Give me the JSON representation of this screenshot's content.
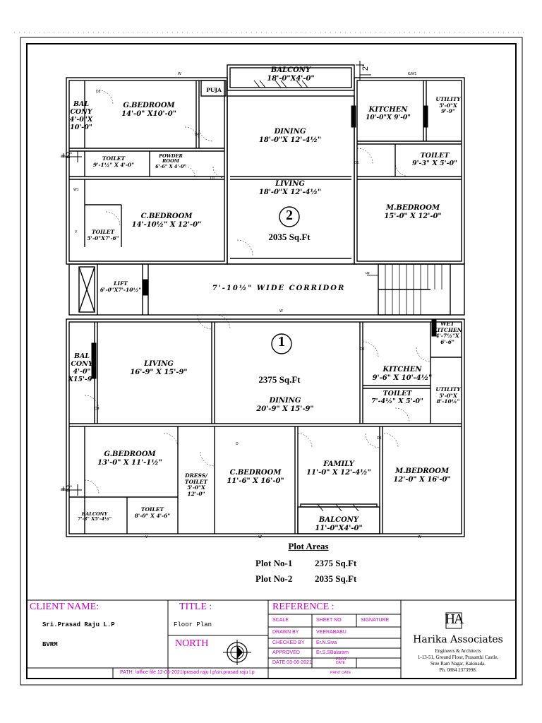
{
  "rooms": {
    "balcony_top": {
      "name": "BALCONY",
      "dim": "18'-0\"X4'-0\""
    },
    "puja": {
      "name": "PUJA"
    },
    "kitchen_2": {
      "name": "KITCHEN",
      "dim": "10'-0\"X 9'-0\""
    },
    "utility_2": {
      "name": "UTILITY",
      "dim": "5'-0\"X 9'-9\""
    },
    "bal_cony_2": {
      "name": "BAL CONY",
      "dim": "4'-0\"X 10'-0\""
    },
    "gbed_2": {
      "name": "G.BEDROOM",
      "dim": "14'-0\" X10'-0\""
    },
    "dining_2": {
      "name": "DINING",
      "dim": "18'-0\"X 12'-4½\""
    },
    "toilet_2a": {
      "name": "TOILET",
      "dim": "9'-1½\" X 4'-0\""
    },
    "powder_2": {
      "name": "POWDER ROOM",
      "dim": "6'-6\" X 4'-0\""
    },
    "toilet_2b": {
      "name": "TOILET",
      "dim": "9'-3\" X 5'-0\""
    },
    "living_2": {
      "name": "LIVING",
      "dim": "18'-0\"X 12'-4½\""
    },
    "cbed_2": {
      "name": "C.BEDROOM",
      "dim": "14'-10½\" X 12'-0\""
    },
    "mbed_2": {
      "name": "M.BEDROOM",
      "dim": "15'-0\" X 12'-0\""
    },
    "toilet_2c": {
      "name": "TOILET",
      "dim": "5'-0\"X7'-6\""
    },
    "lift": {
      "name": "LIFT",
      "dim": "6'-0\"X7'-10½\""
    },
    "corridor": {
      "name": "7'-10½\" WIDE CORRIDOR"
    },
    "living_1": {
      "name": "LIVING",
      "dim": "16'-9\" X 15'-9\""
    },
    "bal_cony_1": {
      "name": "BAL CONY",
      "dim": "4'-0\" X15'-9\""
    },
    "wet_kitchen": {
      "name": "WET KITCHEN",
      "dim": "4'-7½\"X 6'-6\""
    },
    "kitchen_1": {
      "name": "KITCHEN",
      "dim": "9'-6\" X 10'-4½\""
    },
    "toilet_1a": {
      "name": "TOILET",
      "dim": "7'-4½\" X 5'-0\""
    },
    "utility_1": {
      "name": "UTILITY",
      "dim": "5'-0\"X 8'-10½\""
    },
    "dining_1": {
      "name": "DINING",
      "dim": "20'-9\" X 15'-9\""
    },
    "gbed_1": {
      "name": "G.BEDROOM",
      "dim": "13'-0\" X 11'-1½\""
    },
    "dress": {
      "name": "DRESS/ TOILET",
      "dim": "5'-0\"X 12'-0\""
    },
    "cbed_1": {
      "name": "C.BEDROOM",
      "dim": "11'-6\" X 16'-0\""
    },
    "family": {
      "name": "FAMILY",
      "dim": "11'-0\" X 12'-4½\""
    },
    "mbed_1": {
      "name": "M.BEDROOM",
      "dim": "12'-0\" X 16'-0\""
    },
    "balcony_1a": {
      "name": "BALCONY",
      "dim": "7'-3\" X5'-4½\""
    },
    "toilet_1b": {
      "name": "TOILET",
      "dim": "8'-0\" X 4'-6\""
    },
    "balcony_1b": {
      "name": "BALCONY",
      "dim": "11'-0\"X4'-0\""
    }
  },
  "plots": {
    "p2_num": "2",
    "p2_area": "2035 Sq.Ft",
    "p1_num": "1",
    "p1_area": "2375 Sq.Ft"
  },
  "marks": {
    "two_ft": "2'",
    "plus_two": "+2'",
    "up": "up",
    "w": "W",
    "kw": "K/W1",
    "w1": "W1",
    "v": "V",
    "d": "D",
    "d1": "D1",
    "d2": "D2",
    "d3": "D3",
    "d4": "D4"
  },
  "plot_areas": {
    "heading": "Plot Areas",
    "rows": [
      {
        "label": "Plot No-1",
        "value": "2375 Sq.Ft"
      },
      {
        "label": "Plot No-2",
        "value": "2035 Sq.Ft"
      }
    ]
  },
  "title_block": {
    "client_label": "CLIENT NAME:",
    "client_name": "Sri.Prasad Raju L.P",
    "client_place": "BVRM",
    "title_label": "TITLE :",
    "title_value": "Floor Plan",
    "north_label": "NORTH",
    "reference_label": "REFERENCE :",
    "scale_label": "SCALE",
    "sheet_label": "SHEET NO",
    "signature_label": "SIGNATURE",
    "drawn_label": "DRAWN BY",
    "drawn_value": "VEERABABU",
    "checked_label": "CHECKED BY",
    "checked_value": "Er.N.Siva",
    "approved_label": "APPROVED",
    "approved_value": "Er.S.SBalaram",
    "date_label": "DATE 03-06-2021",
    "print_date_a": "PRINT DATE",
    "print_date_b": "PRINT DATE",
    "path": "PATH: \\office file 12-05-2021\\prasad raju l.p\\sri.prasad raju l.p",
    "firm_logo": "HA",
    "firm_name": "Harika Associates",
    "firm_sub": "Engineers & Architects",
    "firm_addr1": "1-13-51, Ground Floor, Prasanthi Castle,",
    "firm_addr2": "Sree Ram Nagar, Kakinada.",
    "firm_phone": "Ph. 0884 2373998."
  }
}
